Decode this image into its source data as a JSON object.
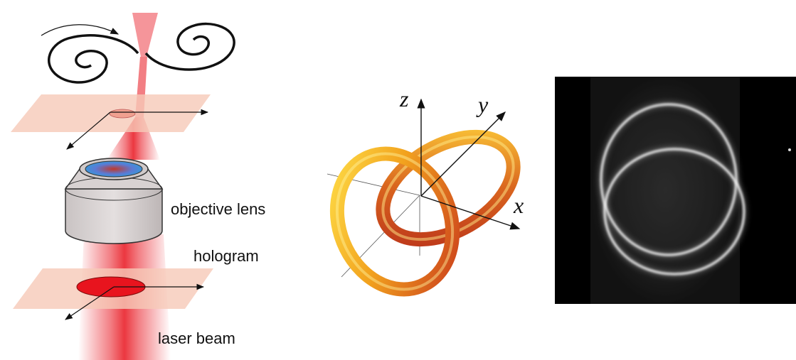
{
  "setup": {
    "labels": {
      "objective": "objective lens",
      "hologram": "hologram",
      "laser": "laser beam"
    },
    "colors": {
      "beam": "#e8141e",
      "plane": "#f6c9b8",
      "hologram_disc": "#e8141e",
      "lens_body": "#d9d4d4",
      "lens_glass": "#3aa0d8"
    }
  },
  "knot": {
    "axes": {
      "x": "x",
      "y": "y",
      "z": "z"
    },
    "colors": {
      "torus_light": "#ffd23a",
      "torus_dark": "#c8381c"
    }
  },
  "photo": {
    "colors": {
      "background": "#000000",
      "ring": "#f2f2f2"
    }
  }
}
